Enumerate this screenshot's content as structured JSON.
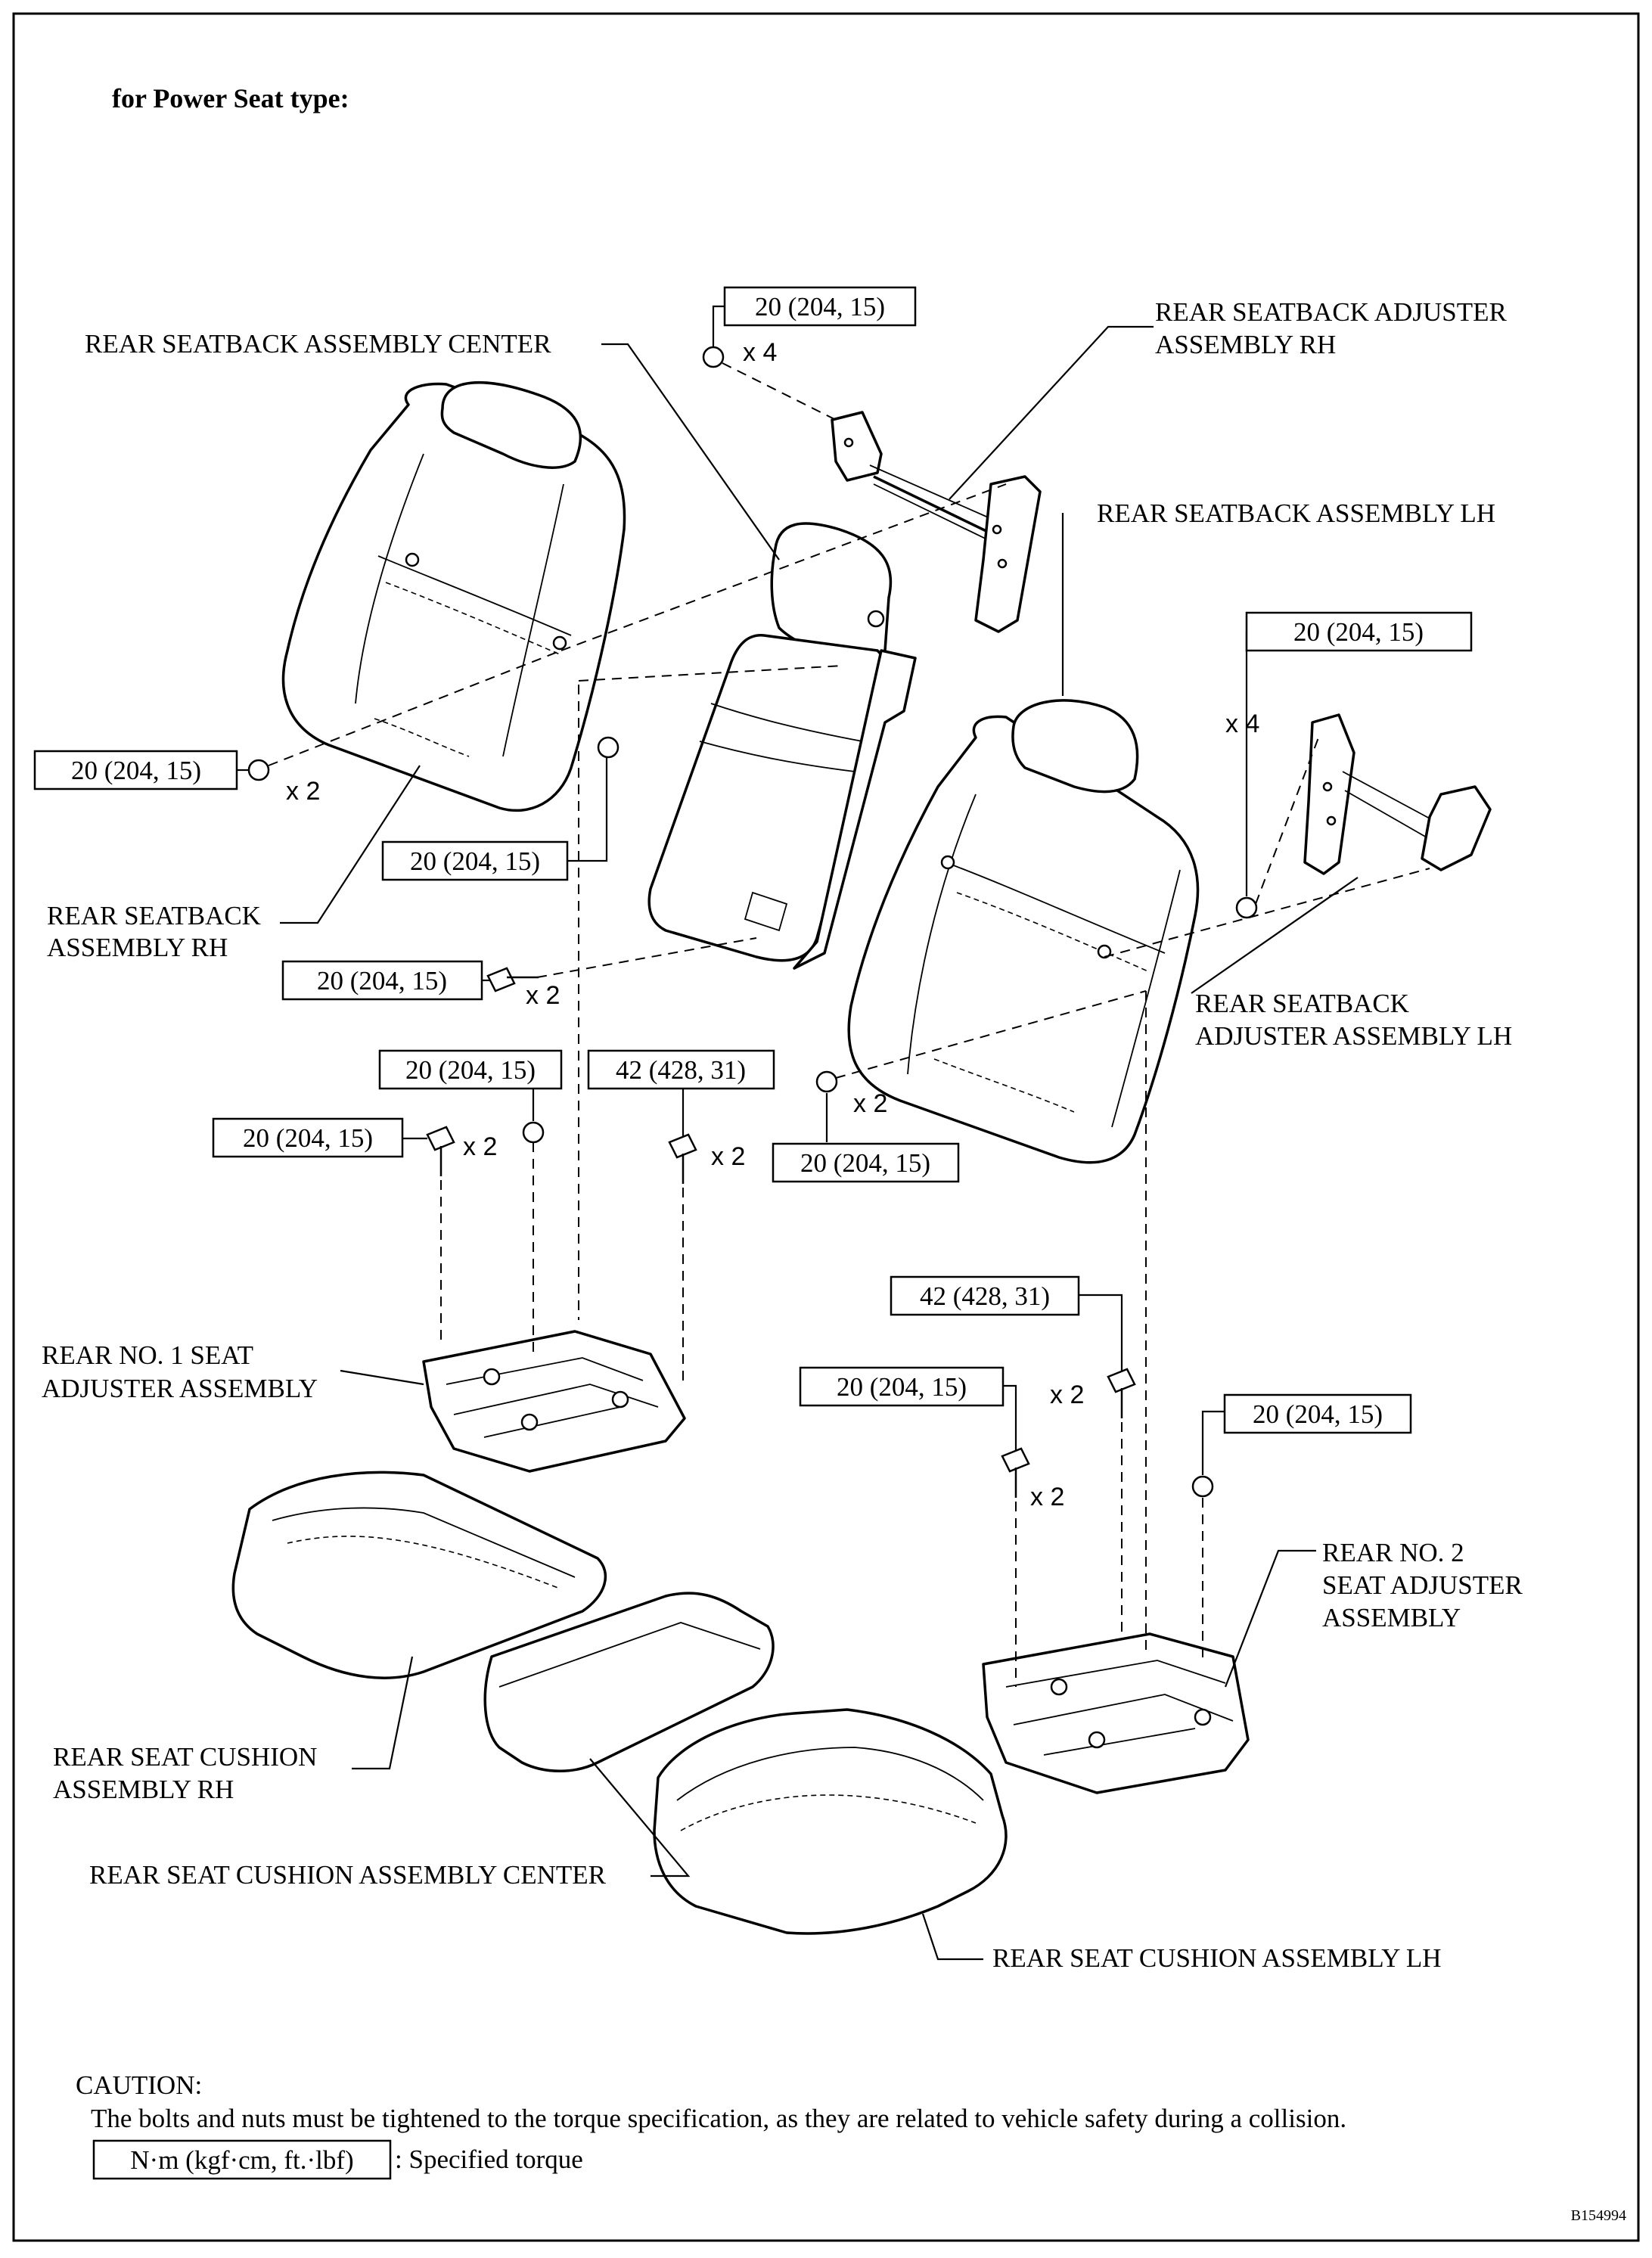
{
  "heading": "for Power Seat type:",
  "labels": {
    "rear_seatback_center": "REAR SEATBACK ASSEMBLY CENTER",
    "adjuster_rh_1": "REAR SEATBACK ADJUSTER",
    "adjuster_rh_2": "ASSEMBLY RH",
    "seatback_lh": "REAR SEATBACK ASSEMBLY LH",
    "seatback_rh_1": "REAR SEATBACK",
    "seatback_rh_2": "ASSEMBLY RH",
    "adjuster_lh_1": "REAR SEATBACK",
    "adjuster_lh_2": "ADJUSTER ASSEMBLY LH",
    "no1_adjuster_1": "REAR NO. 1 SEAT",
    "no1_adjuster_2": "ADJUSTER ASSEMBLY",
    "no2_adjuster_1": "REAR NO. 2",
    "no2_adjuster_2": "SEAT ADJUSTER",
    "no2_adjuster_3": "ASSEMBLY",
    "cushion_rh_1": "REAR SEAT CUSHION",
    "cushion_rh_2": "ASSEMBLY RH",
    "cushion_center": "REAR SEAT CUSHION ASSEMBLY CENTER",
    "cushion_lh": "REAR SEAT CUSHION ASSEMBLY LH"
  },
  "torques": {
    "t1": "20 (204, 15)",
    "t2": "20 (204, 15)",
    "t3": "20 (204, 15)",
    "t4": "20 (204, 15)",
    "t5": "20 (204, 15)",
    "t6": "20 (204, 15)",
    "t7": "42 (428, 31)",
    "t8": "20 (204, 15)",
    "t9": "20 (204, 15)",
    "t10": "42 (428, 31)",
    "t11": "20 (204, 15)",
    "t12": "20 (204, 15)"
  },
  "quantities": {
    "q_nut_top": "x 4",
    "q_nut_lh": "x 4",
    "q_nut_rh": "x 2",
    "q_bolt_center": "x 2",
    "q_bolt_no1a": "x 2",
    "q_bolt_no1b": "x 2",
    "q_nut_lhbot": "x 2",
    "q_bolt_no2a": "x 2",
    "q_bolt_no2b": "x 2"
  },
  "caution": {
    "title": "CAUTION:",
    "text": "The bolts and nuts must be tightened to the torque specification, as they are related to vehicle safety during a collision."
  },
  "legend": {
    "box_label": "N·m (kgf·cm, ft.·lbf)",
    "desc": ": Specified torque"
  },
  "figure_code": "B154994"
}
